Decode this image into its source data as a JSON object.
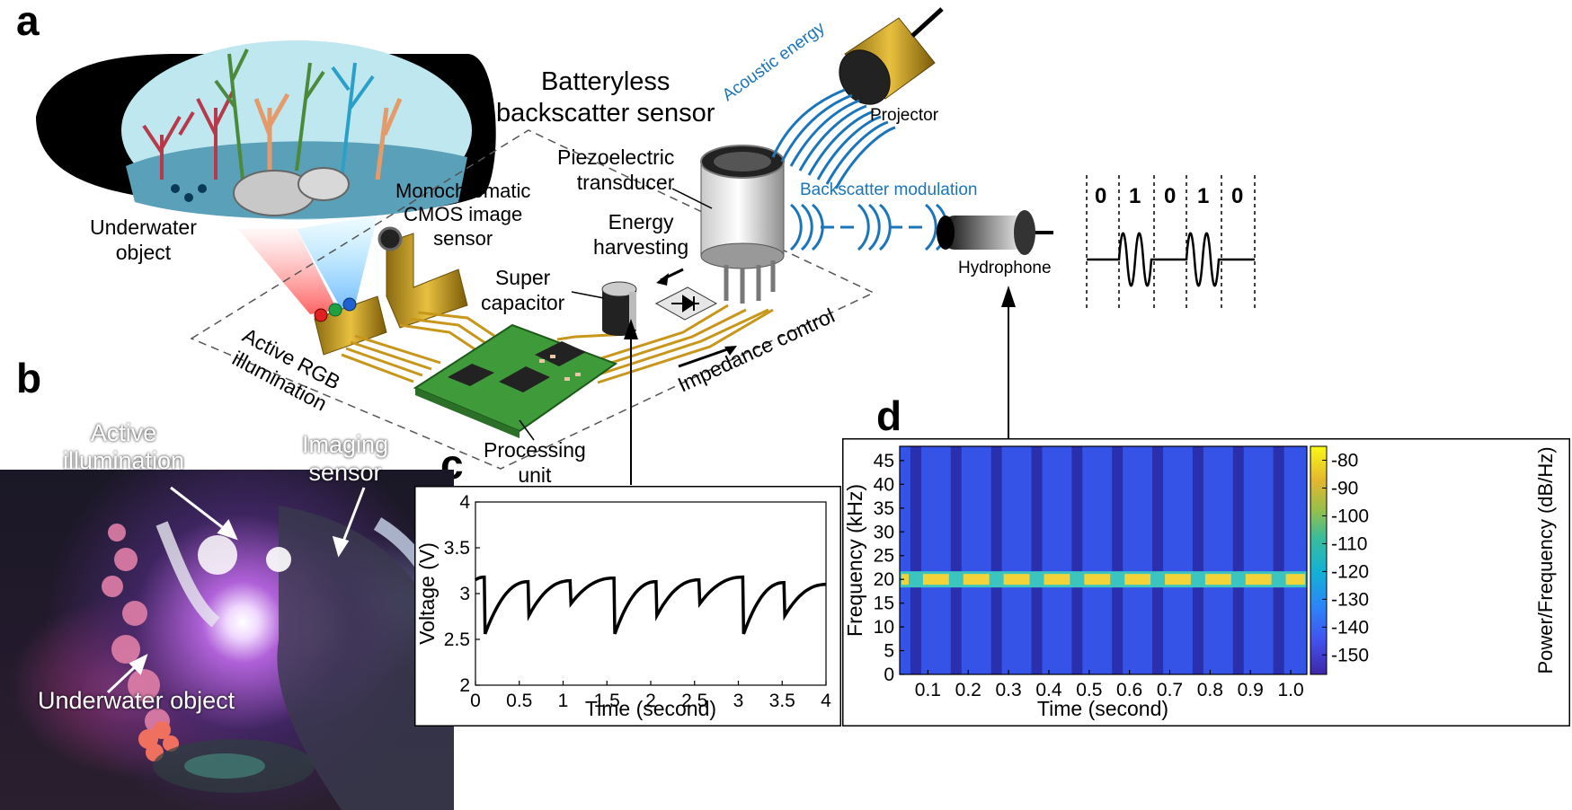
{
  "panels": {
    "a": "a",
    "b": "b",
    "c": "c",
    "d": "d"
  },
  "panel_a": {
    "underwater_object": "Underwater\nobject",
    "title": "Batteryless\nbackscatter sensor",
    "acoustic_energy": "Acoustic energy",
    "projector": "Projector",
    "piezo": "Piezoelectric\ntransducer",
    "backscatter_modulation": "Backscatter modulation",
    "monochromatic": "Monochromatic\nCMOS image\nsensor",
    "energy_harvesting": "Energy\nharvesting",
    "super_capacitor": "Super\ncapacitor",
    "hydrophone": "Hydrophone",
    "impedance_control": "Impedance control",
    "active_rgb": "Active RGB\nillumination",
    "processing_unit": "Processing\nunit",
    "bits": [
      "0",
      "1",
      "0",
      "1",
      "0"
    ]
  },
  "panel_b": {
    "active_illumination": "Active\nillumination",
    "imaging_sensor": "Imaging\nsensor",
    "underwater_object": "Underwater object"
  },
  "colors": {
    "blue": "#1b75bb",
    "pcb": "#3f9a3a",
    "gold": "#d4a017"
  },
  "chart_data": [
    {
      "type": "line",
      "panel": "c",
      "xlabel": "Time (second)",
      "ylabel": "Voltage (V)",
      "xlim": [
        0,
        4
      ],
      "ylim": [
        2,
        4
      ],
      "xticks": [
        "0",
        "0.5",
        "1",
        "1.5",
        "2",
        "2.5",
        "3",
        "3.5",
        "4"
      ],
      "yticks": [
        "2",
        "2.5",
        "3",
        "3.5",
        "4"
      ],
      "x": [
        0,
        0.1,
        0.11,
        0.6,
        0.61,
        1.08,
        1.09,
        1.58,
        1.59,
        2.06,
        2.07,
        2.55,
        2.56,
        3.05,
        3.06,
        3.52,
        3.53,
        4.0
      ],
      "y": [
        3.15,
        3.18,
        2.56,
        3.13,
        2.76,
        3.14,
        2.89,
        3.17,
        2.56,
        3.13,
        2.76,
        3.15,
        2.89,
        3.18,
        2.56,
        3.12,
        2.76,
        3.1
      ]
    },
    {
      "type": "heatmap",
      "panel": "d",
      "xlabel": "Time (second)",
      "ylabel": "Frequency (kHz)",
      "colorbar_label": "Power/Frequency (dB/Hz)",
      "xlim": [
        0.03,
        1.04
      ],
      "ylim": [
        0,
        48
      ],
      "xticks": [
        "0.1",
        "0.2",
        "0.3",
        "0.4",
        "0.5",
        "0.6",
        "0.7",
        "0.8",
        "0.9",
        "1.0"
      ],
      "yticks": [
        "0",
        "5",
        "10",
        "15",
        "20",
        "25",
        "30",
        "35",
        "40",
        "45"
      ],
      "colorbar_ticks": [
        "-80",
        "-90",
        "-100",
        "-110",
        "-120",
        "-130",
        "-140",
        "-150"
      ],
      "colorbar_range": [
        -157,
        -75
      ],
      "carrier_khz": 20,
      "dark_stripes_s": [
        0.07,
        0.17,
        0.27,
        0.37,
        0.47,
        0.57,
        0.67,
        0.77,
        0.87,
        0.97
      ]
    }
  ]
}
